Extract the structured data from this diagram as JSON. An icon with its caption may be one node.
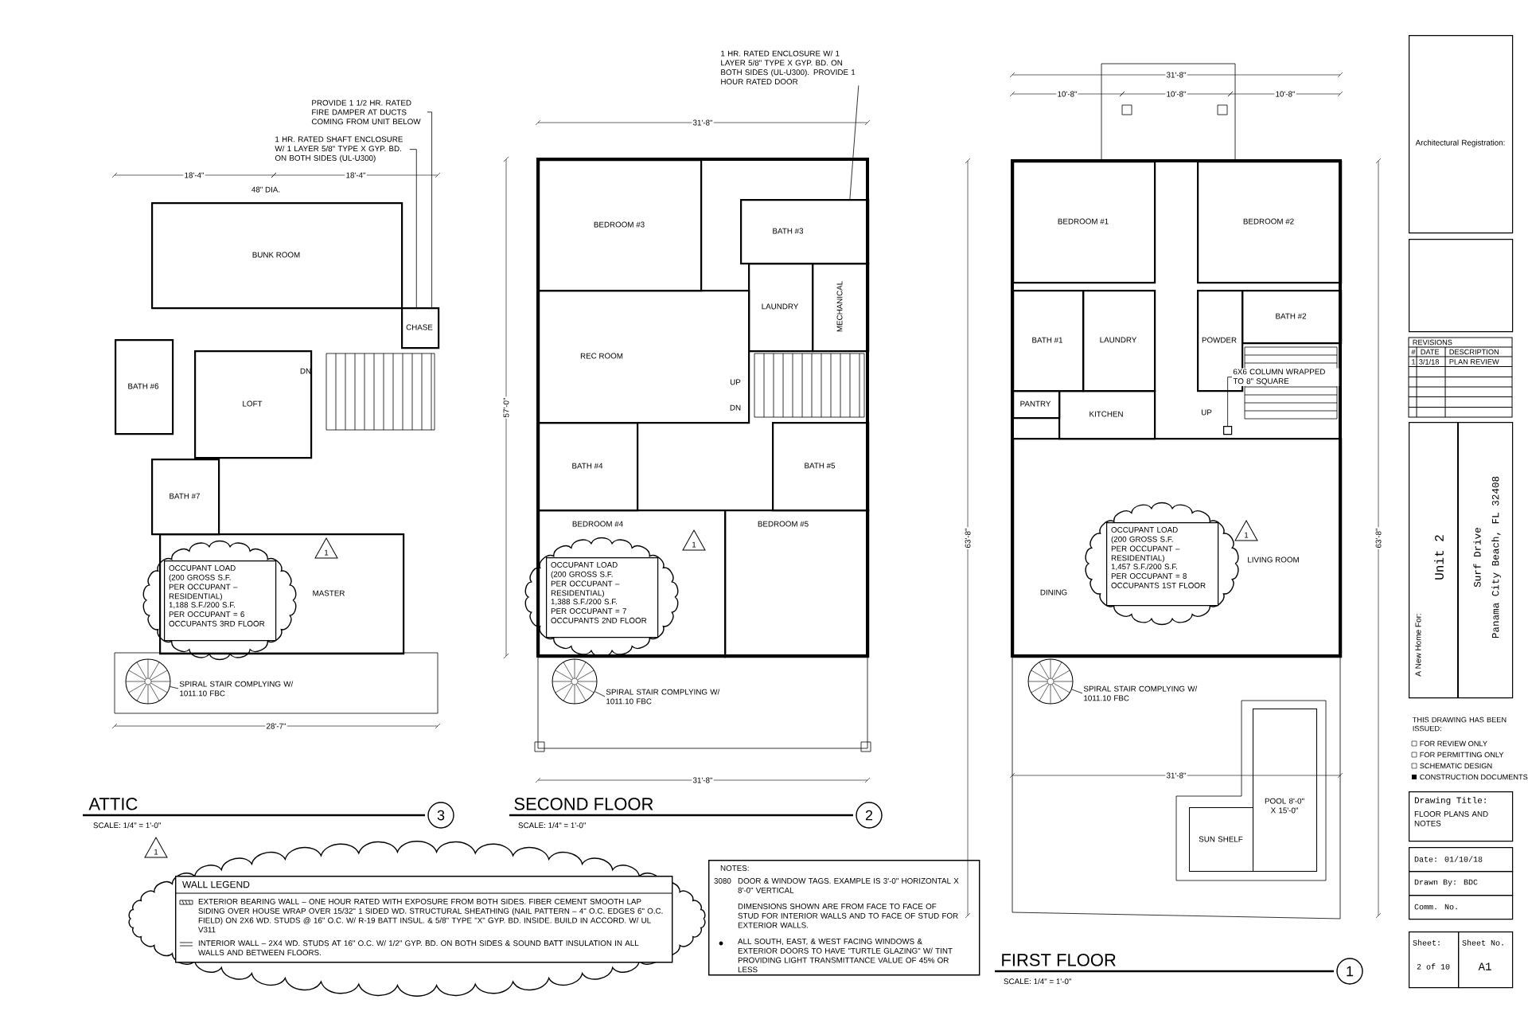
{
  "diagram": {
    "nodes": [
      {
        "text": [
          "BUNK ROOM"
        ]
      },
      {
        "text": [
          "LOFT"
        ]
      },
      {
        "text": [
          "BATH #6"
        ]
      },
      {
        "text": [
          "BATH #7"
        ]
      },
      {
        "text": [
          "MASTER"
        ]
      },
      {
        "text": [
          "CHASE"
        ]
      },
      {
        "text": [
          "PROVIDE 1 1/2 HR. RATED FIRE DAMPER AT DUCTS COMING FROM UNIT BELOW"
        ]
      },
      {
        "text": [
          "1 HR. RATED SHAFT ENCLOSURE W/ 1 LAYER 5/8\" TYPE X GYP. BD. ON BOTH SIDES (UL-U300)"
        ]
      },
      {
        "text": [
          "OCCUPANT LOAD (200 GROSS S.F. PER OCCUPANT – RESIDENTIAL)",
          "1,188 S.F./200 S.F. PER OCCUPANT = 6 OCCUPANTS 3RD FLOOR"
        ],
        "in": 4
      },
      {
        "text": [],
        "shape": "circle"
      },
      {
        "text": [
          "SPIRAL STAIR COMPLYING W/ 1011.10 FBC"
        ]
      },
      {
        "text": [
          "1 HR. RATED ENCLOSURE W/ 1 LAYER 5/8\" TYPE X GYP. BD. ON BOTH SIDES (UL-U300). PROVIDE 1 HOUR RATED DOOR"
        ]
      },
      {
        "text": [
          "BEDROOM #3"
        ]
      },
      {
        "text": [
          "BATH #3"
        ]
      },
      {
        "text": [
          "LAUNDRY"
        ]
      },
      {
        "text": [
          "MECHANICAL"
        ]
      },
      {
        "text": [
          "REC ROOM"
        ]
      },
      {
        "text": [
          "BATH #4"
        ]
      },
      {
        "text": [
          "BEDROOM #4"
        ]
      },
      {
        "text": [
          "BATH #5"
        ]
      },
      {
        "text": [
          "BEDROOM #5"
        ]
      },
      {
        "text": [
          "OCCUPANT LOAD (200 GROSS S.F. PER OCCUPANT – RESIDENTIAL)",
          "1,388 S.F./200 S.F. PER OCCUPANT = 7 OCCUPANTS 2ND FLOOR"
        ],
        "in": 18
      },
      {
        "text": [],
        "shape": "circle"
      },
      {
        "text": [
          "SPIRAL STAIR COMPLYING W/ 1011.10 FBC"
        ]
      },
      {
        "text": [
          "BEDROOM #1"
        ]
      },
      {
        "text": [
          "BEDROOM #2"
        ]
      },
      {
        "text": [
          "BATH #1"
        ]
      },
      {
        "text": [
          "LAUNDRY"
        ]
      },
      {
        "text": [
          "BATH #2"
        ]
      },
      {
        "text": [
          "POWDER"
        ]
      },
      {
        "text": [
          "PANTRY"
        ]
      },
      {
        "text": [
          "KITCHEN"
        ]
      },
      {
        "text": [
          "6X6 COLUMN WRAPPED TO 8\" SQUARE"
        ]
      },
      {
        "text": [],
        "shape": "box"
      },
      {
        "text": [
          "LIVING ROOM"
        ]
      },
      {
        "text": [
          "OCCUPANT LOAD (200 GROSS S.F. PER OCCUPANT – RESIDENTIAL)",
          "1,457 S.F./200 S.F. PER OCCUPANT = 8 OCCUPANTS 1ST FLOOR"
        ],
        "in": 34
      },
      {
        "text": [],
        "shape": "circle"
      },
      {
        "text": [
          "SPIRAL STAIR COMPLYING W/ 1011.10 FBC"
        ]
      },
      {
        "text": [
          "POOL 8'-0\" X 15'-0\""
        ]
      },
      {
        "text": [
          "SUN SHELF"
        ]
      },
      {
        "text": [
          "A New Home For:",
          "Unit 2",
          "Surf Drive",
          "Panama City Beach, FL 32408"
        ]
      },
      {
        "text": [
          "Drawing Title:",
          "FLOOR PLANS AND NOTES"
        ]
      },
      {
        "text": [
          "Date: 01/10/18"
        ]
      },
      {
        "text": [
          "Drawn By: BDC"
        ]
      },
      {
        "text": [
          "Comm. No."
        ]
      },
      {
        "text": [
          "Sheet:",
          "2 of 10"
        ]
      },
      {
        "text": [
          "Sheet No.",
          "A1"
        ]
      },
      {
        "text": [
          "NOTES:",
          "3080",
          "DOOR & WINDOW TAGS. EXAMPLE IS 3'-0\" HORIZONTAL X 8'-0\" VERTICAL",
          "DIMENSIONS SHOWN ARE FROM FACE TO FACE OF STUD FOR INTERIOR WALLS AND TO FACE OF STUD FOR EXTERIOR WALLS.",
          "ALL SOUTH, EAST, & WEST FACING WINDOWS & EXTERIOR DOORS TO HAVE \"TURTLE GLAZING\" W/ TINT PROVIDING LIGHT TRANSMITTANCE VALUE OF 45% OR LESS"
        ]
      },
      {
        "text": [
          "Architectural Registration:"
        ]
      },
      {
        "text": [],
        "shape": "box"
      },
      {
        "text": [
          "WALL LEGEND"
        ]
      }
    ],
    "edges": [
      {
        "from": 6,
        "to": 5,
        "arrow": "none"
      },
      {
        "from": 7,
        "to": 5,
        "arrow": "none"
      },
      {
        "from": 10,
        "to": 9,
        "arrow": "none"
      },
      {
        "from": 11,
        "to": 13,
        "arrow": "none"
      },
      {
        "from": 23,
        "to": 22,
        "arrow": "none"
      },
      {
        "from": 32,
        "to": 33,
        "arrow": "none"
      },
      {
        "from": 37,
        "to": 36,
        "arrow": "none"
      }
    ],
    "labels": [
      "DN",
      "1",
      "18'-4\"",
      "18'-4\"",
      "48\" DIA.",
      "28'-7\"",
      "ATTIC",
      "3",
      "SCALE: 1/4\" = 1'-0\"",
      "31'-8\"",
      "57'-0\"",
      "UP",
      "DN",
      "1",
      "31'-8\"",
      "SECOND FLOOR",
      "2",
      "SCALE: 1/4\" = 1'-0\"",
      "31'-8\"",
      "10'-8\"",
      "10'-8\"",
      "10'-8\"",
      "63'-8\"",
      "63'-8\"",
      "UP",
      "DINING",
      "1",
      "31'-8\"",
      "FIRST FLOOR",
      "1",
      "SCALE: 1/4\" = 1'-0\"",
      "1",
      "REVISIONS",
      "#",
      "DATE",
      "DESCRIPTION",
      "1",
      "3/1/18",
      "PLAN REVIEW",
      "THIS DRAWING HAS BEEN ISSUED:",
      "FOR REVIEW ONLY",
      "FOR PERMITTING ONLY",
      "SCHEMATIC DESIGN",
      "CONSTRUCTION DOCUMENTS"
    ],
    "legend": [
      {
        "text": "EXTERIOR BEARING WALL – ONE HOUR RATED WITH EXPOSURE FROM BOTH SIDES. FIBER CEMENT SMOOTH LAP SIDING OVER HOUSE WRAP OVER 15/32\" 1 SIDED WD. STRUCTURAL SHEATHING (NAIL PATTERN – 4\" O.C. EDGES 6\" O.C. FIELD) ON 2X6 WD. STUDS @ 16\" O.C. W/ R-19 BATT INSUL. & 5/8\" TYPE \"X\" GYP. BD. INSIDE. BUILD IN ACCORD. W/ UL V311"
      },
      {
        "text": "INTERIOR WALL – 2X4 WD. STUDS AT 16\" O.C. W/ 1/2\" GYP. BD. ON BOTH SIDES & SOUND BATT INSULATION IN ALL WALLS AND BETWEEN FLOORS."
      }
    ]
  }
}
